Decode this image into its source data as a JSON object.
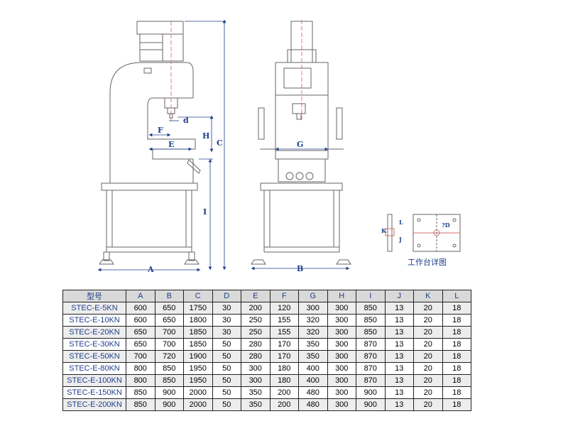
{
  "diagram": {
    "side_view_labels": {
      "A": "A",
      "C": "C",
      "d": "d",
      "E": "E",
      "F": "F",
      "H": "H",
      "I": "I"
    },
    "front_view_labels": {
      "B": "B",
      "G": "G"
    },
    "table_detail_labels": {
      "K": "K",
      "L": "L",
      "J": "J",
      "D": "?D"
    },
    "table_detail_caption": "工作台详图"
  },
  "spec_table": {
    "headers": [
      "型号",
      "A",
      "B",
      "C",
      "D",
      "E",
      "F",
      "G",
      "H",
      "I",
      "J",
      "K",
      "L"
    ],
    "rows": [
      [
        "STEC-E-5KN",
        "600",
        "650",
        "1750",
        "30",
        "200",
        "120",
        "300",
        "300",
        "850",
        "13",
        "20",
        "18"
      ],
      [
        "STEC-E-10KN",
        "600",
        "650",
        "1800",
        "30",
        "250",
        "155",
        "320",
        "300",
        "850",
        "13",
        "20",
        "18"
      ],
      [
        "STEC-E-20KN",
        "650",
        "700",
        "1850",
        "30",
        "250",
        "155",
        "320",
        "300",
        "850",
        "13",
        "20",
        "18"
      ],
      [
        "STEC-E-30KN",
        "650",
        "700",
        "1850",
        "50",
        "280",
        "170",
        "350",
        "300",
        "870",
        "13",
        "20",
        "18"
      ],
      [
        "STEC-E-50KN",
        "700",
        "720",
        "1900",
        "50",
        "280",
        "170",
        "350",
        "300",
        "870",
        "13",
        "20",
        "18"
      ],
      [
        "STEC-E-80KN",
        "800",
        "850",
        "1950",
        "50",
        "300",
        "180",
        "400",
        "300",
        "870",
        "13",
        "20",
        "18"
      ],
      [
        "STEC-E-100KN",
        "800",
        "850",
        "1950",
        "50",
        "300",
        "180",
        "400",
        "300",
        "870",
        "13",
        "20",
        "18"
      ],
      [
        "STEC-E-150KN",
        "850",
        "900",
        "2000",
        "50",
        "350",
        "200",
        "480",
        "300",
        "900",
        "13",
        "20",
        "18"
      ],
      [
        "STEC-E-200KN",
        "850",
        "900",
        "2000",
        "50",
        "350",
        "200",
        "480",
        "300",
        "900",
        "13",
        "20",
        "18"
      ]
    ]
  }
}
